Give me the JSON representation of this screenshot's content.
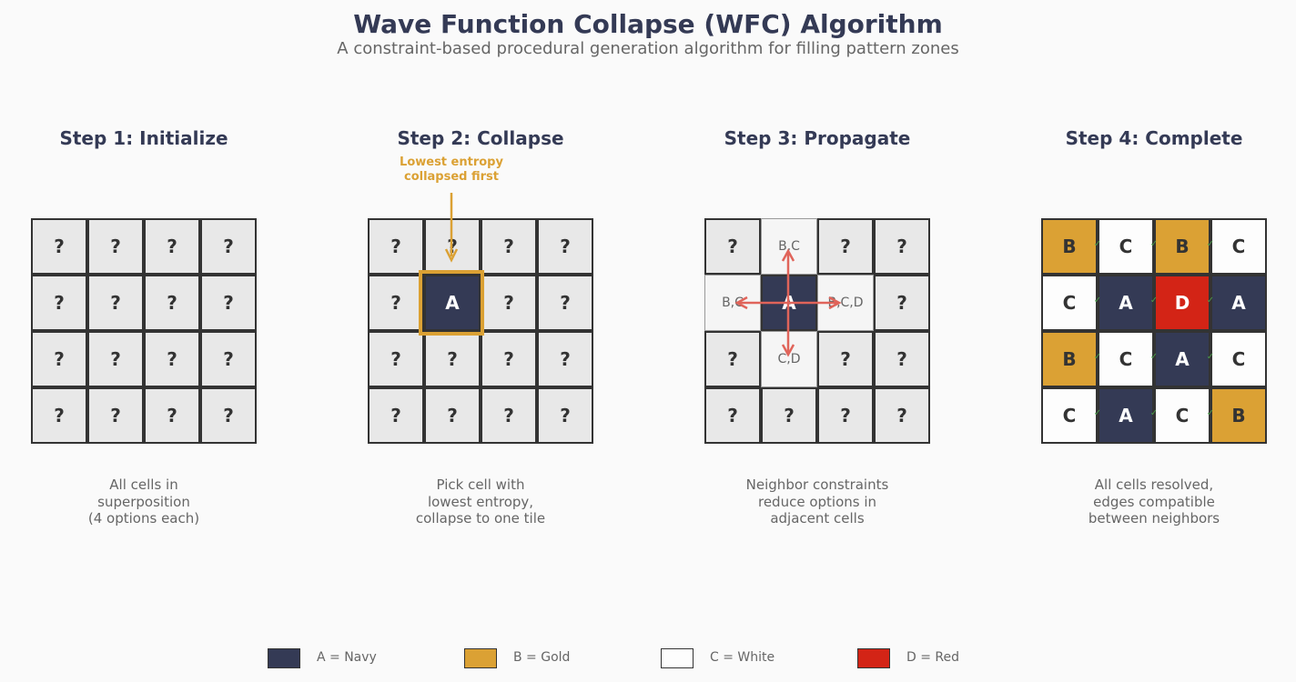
{
  "title": "Wave Function Collapse (WFC) Algorithm",
  "subtitle": "A constraint-based procedural generation algorithm for filling pattern zones",
  "steps": [
    {
      "title": "Step 1: Initialize",
      "caption": "All cells in\nsuperposition\n(4 options each)",
      "cells": [
        [
          "?",
          "?",
          "?",
          "?"
        ],
        [
          "?",
          "?",
          "?",
          "?"
        ],
        [
          "?",
          "?",
          "?",
          "?"
        ],
        [
          "?",
          "?",
          "?",
          "?"
        ]
      ]
    },
    {
      "title": "Step 2: Collapse",
      "caption": "Pick cell with\nlowest entropy,\ncollapse to one tile",
      "annotation": "Lowest entropy\ncollapsed first",
      "cells": [
        [
          "?",
          "?",
          "?",
          "?"
        ],
        [
          "?",
          "A",
          "?",
          "?"
        ],
        [
          "?",
          "?",
          "?",
          "?"
        ],
        [
          "?",
          "?",
          "?",
          "?"
        ]
      ]
    },
    {
      "title": "Step 3: Propagate",
      "caption": "Neighbor constraints\nreduce options in\nadjacent cells",
      "cells": [
        [
          "?",
          "B,C",
          "?",
          "?"
        ],
        [
          "B,C",
          "A",
          "B,C,D",
          "?"
        ],
        [
          "?",
          "C,D",
          "?",
          "?"
        ],
        [
          "?",
          "?",
          "?",
          "?"
        ]
      ]
    },
    {
      "title": "Step 4: Complete",
      "caption": "All cells resolved,\nedges compatible\nbetween neighbors",
      "cells": [
        [
          "B",
          "C",
          "B",
          "C"
        ],
        [
          "C",
          "A",
          "D",
          "A"
        ],
        [
          "B",
          "C",
          "A",
          "C"
        ],
        [
          "C",
          "A",
          "C",
          "B"
        ]
      ],
      "check_mark": "✓"
    }
  ],
  "legend": [
    {
      "label": "A = Navy",
      "color": "#343a55"
    },
    {
      "label": "B = Gold",
      "color": "#dba134"
    },
    {
      "label": "C = White",
      "color": "#fdfdfd"
    },
    {
      "label": "D = Red",
      "color": "#d32416"
    }
  ],
  "colors": {
    "navy": "#343a55",
    "gold": "#dba134",
    "white": "#fdfdfd",
    "red": "#d32416",
    "propagate_arrow": "#e0645a",
    "unresolved": "#e8e8e8"
  }
}
